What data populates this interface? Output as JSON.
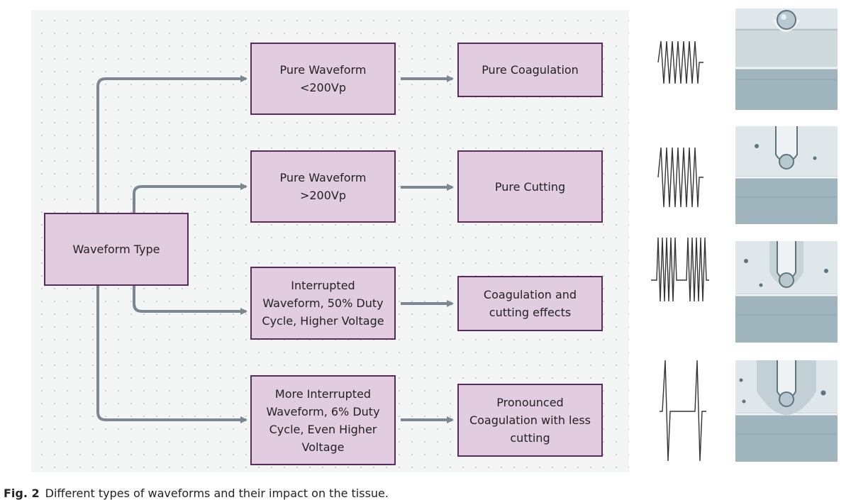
{
  "diagram": {
    "root": "Waveform Type",
    "rows": [
      {
        "waveform": [
          "Pure Waveform",
          "<200Vp"
        ],
        "effect": [
          "Pure Coagulation"
        ]
      },
      {
        "waveform": [
          "Pure Waveform",
          ">200Vp"
        ],
        "effect": [
          "Pure Cutting"
        ]
      },
      {
        "waveform": [
          "Interrupted",
          "Waveform, 50% Duty",
          "Cycle, Higher Voltage"
        ],
        "effect": [
          "Coagulation and",
          "cutting effects"
        ]
      },
      {
        "waveform": [
          "More Interrupted",
          "Waveform, 6% Duty",
          "Cycle, Even Higher",
          "Voltage"
        ],
        "effect": [
          "Pronounced",
          "Coagulation with less",
          "cutting"
        ]
      }
    ]
  },
  "colors": {
    "box_fill": "#e2cde0",
    "box_border": "#5a2a5e",
    "connector": "#7b8791"
  },
  "caption": {
    "label": "Fig. 2",
    "text": "Different types of waveforms and their impact on the tissue."
  }
}
